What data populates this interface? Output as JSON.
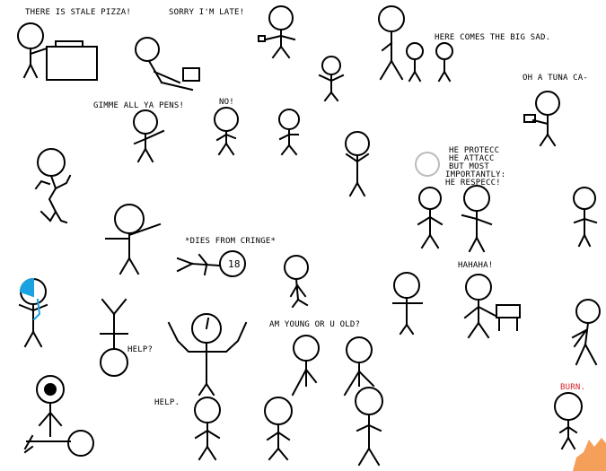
{
  "captions": {
    "stale_pizza": "THERE IS STALE PIZZA!",
    "sorry_late": "SORRY I'M LATE!",
    "big_sad": "HERE COMES THE BIG SAD.",
    "tuna": "OH A TUNA CA-",
    "gimme_pens": "GIMME ALL YA PENS!",
    "no": "NO!",
    "protecc_1": "HE PROTECC",
    "protecc_2": "HE ATTACC",
    "protecc_3": "BUT MOST",
    "protecc_4": "IMPORTANTLY:",
    "protecc_5": "HE RESPECC!",
    "dies_cringe": "*DIES FROM CRINGE*",
    "hahaha": "HAHAHA!",
    "am_young": "AM YOUNG OR U OLD?",
    "help_q": "HELP?",
    "help": "HELP.",
    "burn": "BURN.",
    "age_label": "18"
  },
  "colors": {
    "ink": "#000000",
    "accent_blue": "#1aa3e0",
    "accent_red": "#d2202a",
    "fire": "#f4a05a"
  }
}
